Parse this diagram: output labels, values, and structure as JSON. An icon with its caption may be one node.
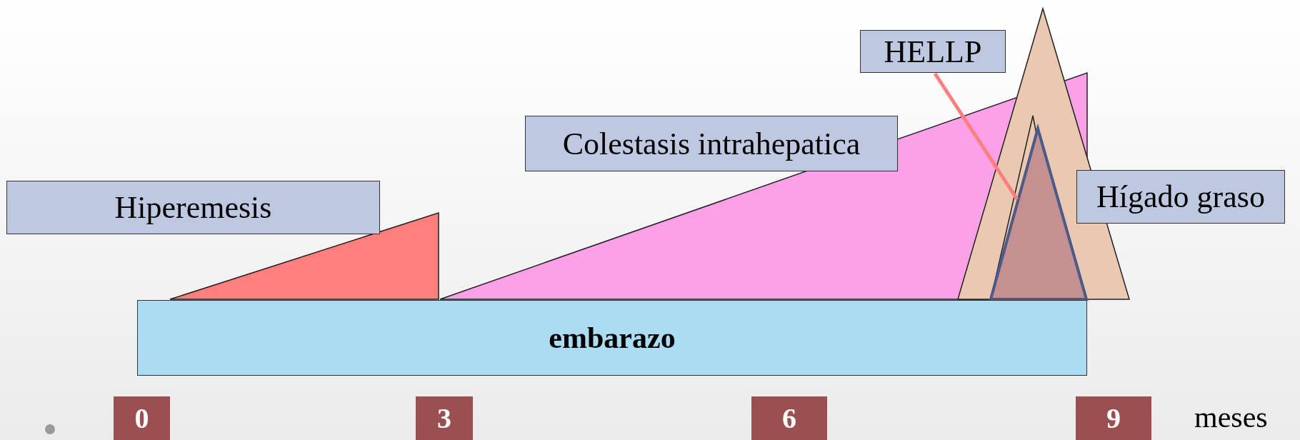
{
  "diagram": {
    "nodes": [
      {
        "text": [
          "Hiperemesis"
        ]
      },
      {
        "text": [
          "Colestasis intrahepatica"
        ]
      },
      {
        "text": [
          "HELLP"
        ]
      },
      {
        "text": [
          "Hígado graso"
        ]
      },
      {
        "text": [],
        "shape": "triangle"
      },
      {
        "text": [],
        "shape": "triangle"
      },
      {
        "text": [],
        "shape": "triangle"
      },
      {
        "text": [],
        "shape": "triangle"
      },
      {
        "text": [
          "embarazo"
        ]
      },
      {
        "text": [
          "0"
        ]
      },
      {
        "text": [
          "3"
        ]
      },
      {
        "text": [
          "6"
        ]
      },
      {
        "text": [
          "9"
        ]
      }
    ],
    "edges": [
      {
        "from": 2,
        "to": 7,
        "arrow": "none"
      }
    ],
    "labels": [
      "meses"
    ]
  }
}
